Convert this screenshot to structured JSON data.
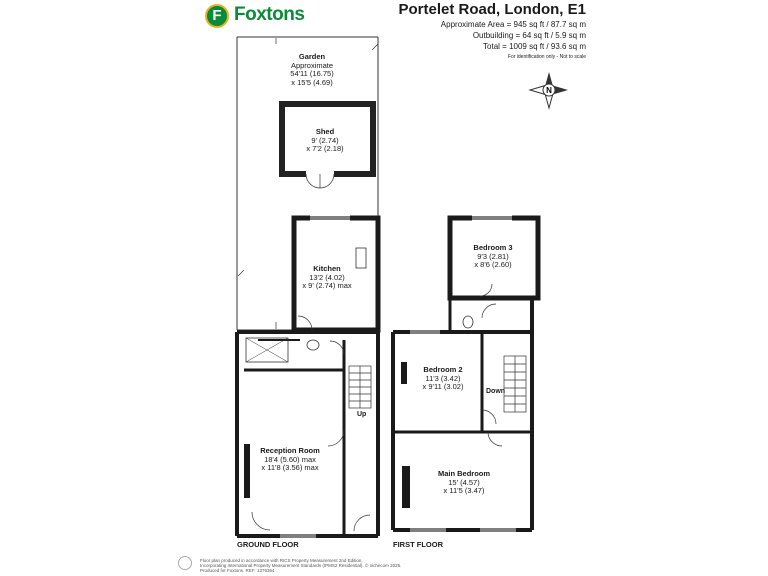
{
  "brand": {
    "logo_letter": "F",
    "name": "Foxtons",
    "color_green": "#0b8a3a",
    "color_gold": "#e3b526"
  },
  "header": {
    "title": "Portelet Road, London, E1",
    "approx_area": "Approximate Area = 945 sq ft / 87.7 sq m",
    "outbuilding": "Outbuilding = 64 sq ft / 5.9 sq m",
    "total": "Total = 1009 sq ft / 93.6 sq m",
    "note": "For identification only - Not to scale"
  },
  "compass": {
    "letter": "N"
  },
  "ground_floor": {
    "label": "GROUND FLOOR",
    "garden": {
      "name": "Garden",
      "line1": "Approximate",
      "line2": "54'11 (16.75)",
      "line3": "x 15'5 (4.69)"
    },
    "shed": {
      "name": "Shed",
      "line1": "9' (2.74)",
      "line2": "x 7'2 (2.18)"
    },
    "kitchen": {
      "name": "Kitchen",
      "line1": "13'2 (4.02)",
      "line2": "x 9' (2.74) max"
    },
    "reception": {
      "name": "Reception Room",
      "line1": "18'4 (5.60) max",
      "line2": "x 11'8 (3.56) max"
    },
    "stairs_label": "Up"
  },
  "first_floor": {
    "label": "FIRST FLOOR",
    "bedroom3": {
      "name": "Bedroom 3",
      "line1": "9'3 (2.81)",
      "line2": "x 8'6 (2.60)"
    },
    "bedroom2": {
      "name": "Bedroom 2",
      "line1": "11'3 (3.42)",
      "line2": "x 9'11 (3.02)"
    },
    "main_bedroom": {
      "name": "Main Bedroom",
      "line1": "15' (4.57)",
      "line2": "x 11'5 (3.47)"
    },
    "stairs_label": "Down"
  },
  "footer": {
    "line1": "Floor plan produced in accordance with RICS Property Measurement 2nd Edition,",
    "line2": "Incorporating International Property Measurement Standards (IPMS2 Residential).",
    "line3": "Produced for Foxtons.   REF: 1376364",
    "copyright": "© nichecom 2025."
  }
}
